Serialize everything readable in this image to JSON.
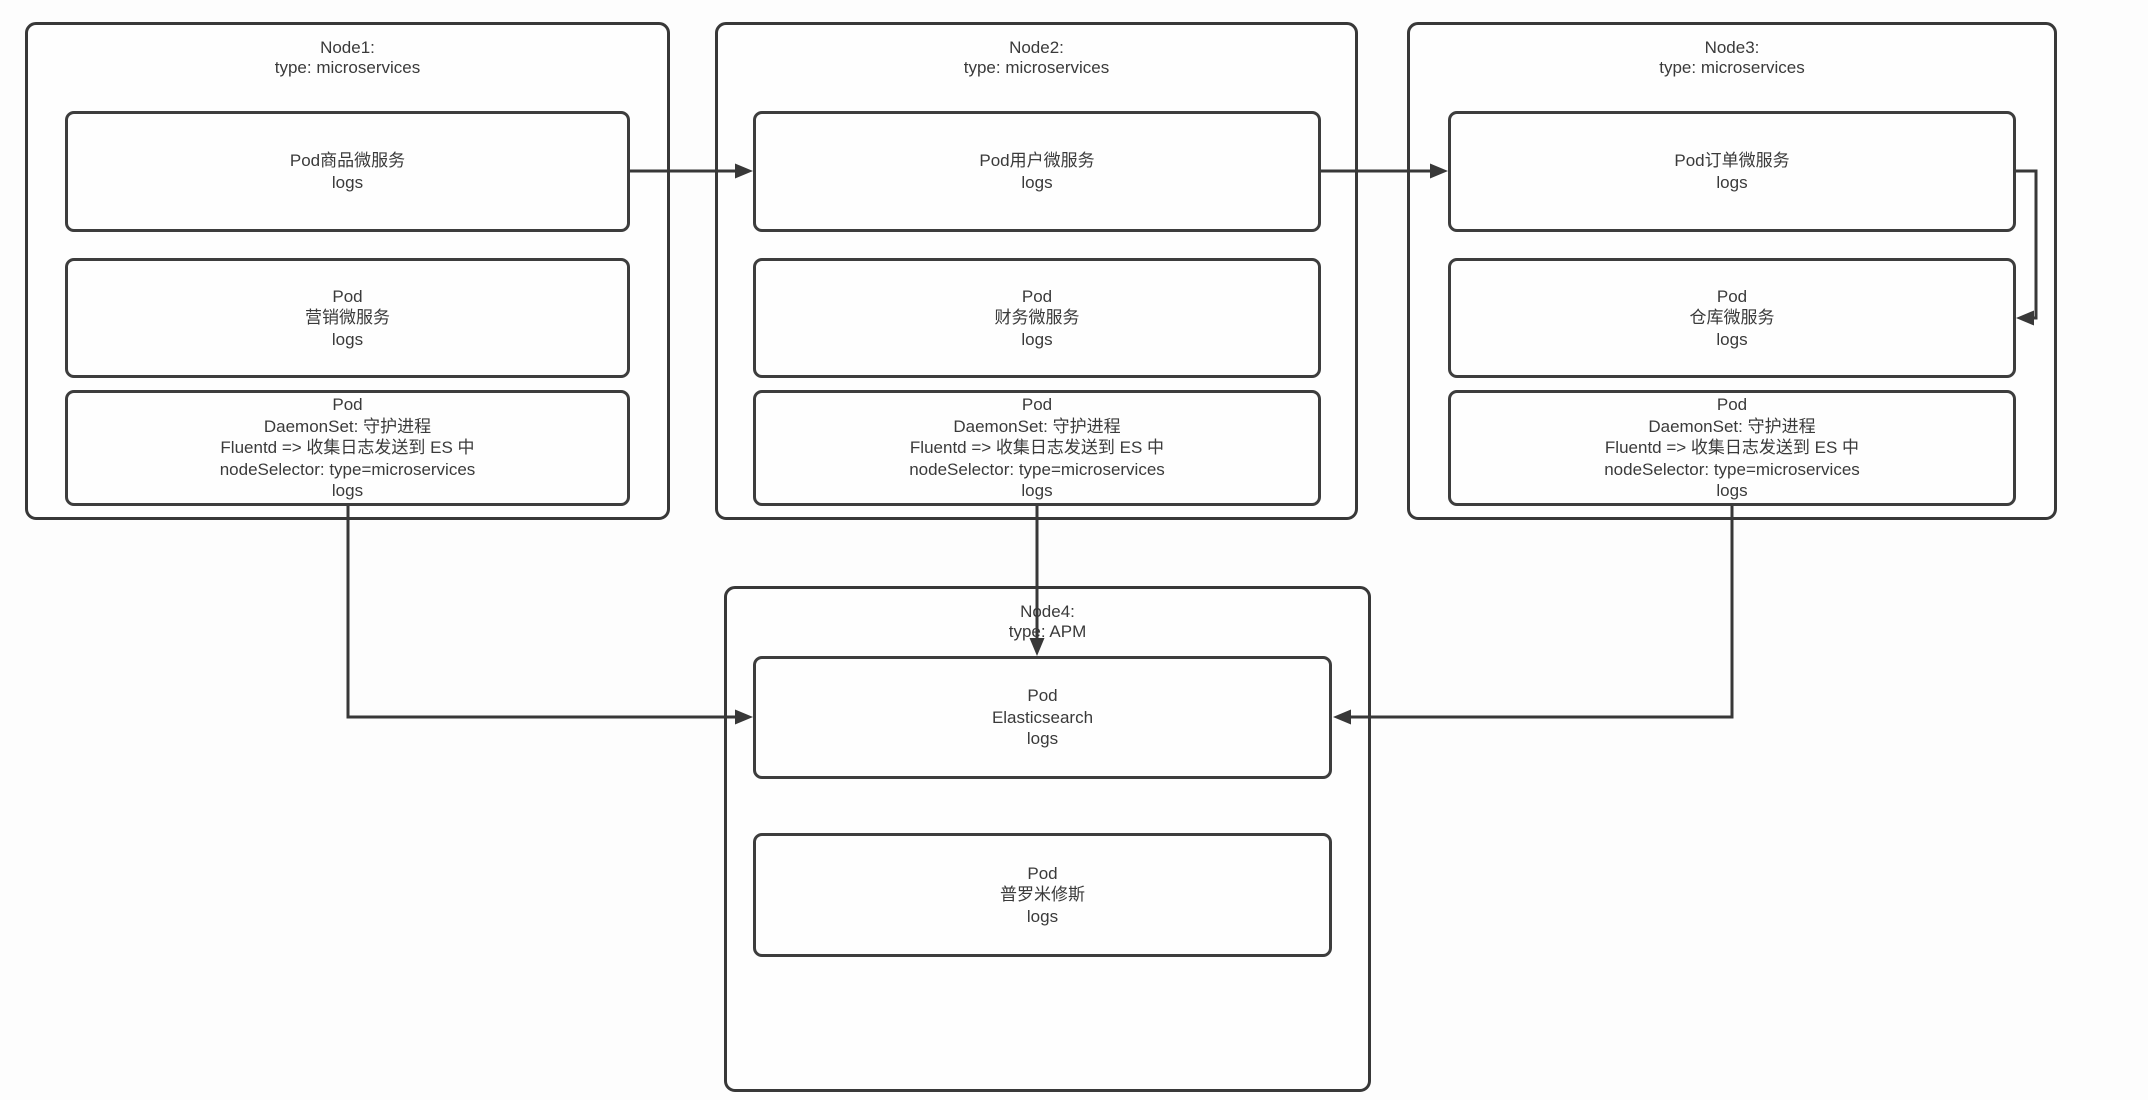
{
  "colors": {
    "line": "#383838",
    "text": "#3a3a3a",
    "background": "#fdfdfd",
    "box_fill": "#fefefe"
  },
  "nodes": [
    {
      "id": "node1",
      "title": [
        "Node1:",
        "type: microservices"
      ],
      "pods": [
        {
          "lines": [
            "Pod商品微服务",
            "logs"
          ]
        },
        {
          "lines": [
            "Pod",
            "营销微服务",
            "logs"
          ]
        },
        {
          "lines": [
            "Pod",
            "DaemonSet: 守护进程",
            "Fluentd => 收集日志发送到 ES 中",
            "nodeSelector: type=microservices",
            "logs"
          ]
        }
      ]
    },
    {
      "id": "node2",
      "title": [
        "Node2:",
        "type: microservices"
      ],
      "pods": [
        {
          "lines": [
            "Pod用户微服务",
            "logs"
          ]
        },
        {
          "lines": [
            "Pod",
            "财务微服务",
            "logs"
          ]
        },
        {
          "lines": [
            "Pod",
            "DaemonSet: 守护进程",
            "Fluentd => 收集日志发送到 ES 中",
            "nodeSelector: type=microservices",
            "logs"
          ]
        }
      ]
    },
    {
      "id": "node3",
      "title": [
        "Node3:",
        "type: microservices"
      ],
      "pods": [
        {
          "lines": [
            "Pod订单微服务",
            "logs"
          ]
        },
        {
          "lines": [
            "Pod",
            "仓库微服务",
            "logs"
          ]
        },
        {
          "lines": [
            "Pod",
            "DaemonSet: 守护进程",
            "Fluentd => 收集日志发送到 ES 中",
            "nodeSelector: type=microservices",
            "logs"
          ]
        }
      ]
    },
    {
      "id": "node4",
      "title": [
        "Node4:",
        "type: APM"
      ],
      "pods": [
        {
          "lines": [
            "Pod",
            "Elasticsearch",
            "logs"
          ]
        },
        {
          "lines": [
            "Pod",
            "普罗米修斯",
            "logs"
          ]
        }
      ]
    }
  ],
  "edges": [
    {
      "from": "node1-pod-product",
      "to": "node2-pod-user",
      "style": "arrow-right"
    },
    {
      "from": "node2-pod-user",
      "to": "node3-pod-order",
      "style": "arrow-right"
    },
    {
      "from": "node3-pod-order",
      "to": "node3-pod-warehouse",
      "style": "loop-right-down-left"
    },
    {
      "from": "node1-pod-daemonset",
      "to": "node4-pod-elasticsearch",
      "style": "down-then-right"
    },
    {
      "from": "node2-pod-daemonset",
      "to": "node4-pod-elasticsearch",
      "style": "straight-down"
    },
    {
      "from": "node3-pod-daemonset",
      "to": "node4-pod-elasticsearch",
      "style": "down-then-left"
    }
  ]
}
